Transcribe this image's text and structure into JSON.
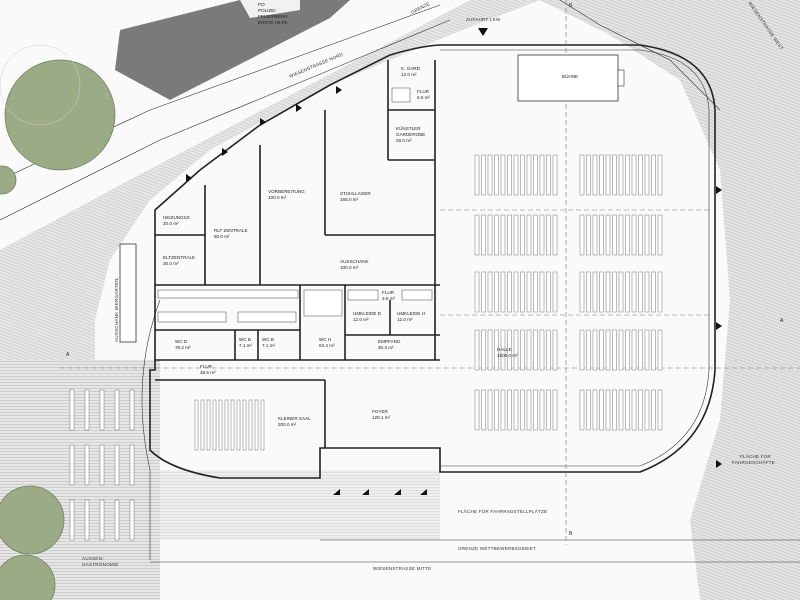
{
  "labels": {
    "police": [
      "PO",
      "POLIZEI",
      "FEUERWEHR",
      "ERSTE HILFE"
    ],
    "grenze_top": "GRENZE",
    "zufahrt": "ZUFAHRT LKW",
    "wiesenstrasse_nord": "WIESENSTRASSE NORD",
    "wiesenstrasse_west": "WIESENSTRASSE WEST",
    "wiesenstrasse_mitte": "WIESENSTRASSE MITTE",
    "grenze_wettbewerb": "GRENZE WETTBEWERBSGEBIET",
    "fahrrad": "FLÄCHE FÜR FAHRRADSTELLPLÄTZE",
    "fahrgeschaefte": [
      "FLÄCHE FÜR",
      "FAHRGESCHÄFTE"
    ],
    "aussengastronomie": [
      "AUSSEN-",
      "GASTRONOMIE"
    ],
    "ausschank_biergarten": "AUSSCHANK BIERGARTEN",
    "section_a": "A",
    "section_b": "B"
  },
  "rooms": {
    "k_gard": {
      "name": "K. GARD.",
      "area": "12.0 m²"
    },
    "flur_top": {
      "name": "FLUR",
      "area": "6.6 m²"
    },
    "buehne": {
      "name": "BÜHNE",
      "area": ""
    },
    "kuenstler": {
      "name1": "KÜNSTLER",
      "name2": "GARDEROBE",
      "area": "28.0 m²"
    },
    "heizung": {
      "name": "HEIZUNGSZ.",
      "area": "20.0 m²"
    },
    "rlt": {
      "name": "RLT ZENTRALE",
      "area": "60.0 m²"
    },
    "vorbereitung": {
      "name": "VORBEREITUNG",
      "area": "100.0 m²"
    },
    "stuhllager": {
      "name": "STUHLLAGER",
      "area": "165.0 m²"
    },
    "eltzentrale": {
      "name": "ELTZENTRALE",
      "area": "30.0 m²"
    },
    "ausschank": {
      "name": "AUSSCHANK",
      "area": "100.0 m²"
    },
    "flur_mid": {
      "name": "FLUR",
      "area": "3.6 m²"
    },
    "umkleide_d": {
      "name": "UMKLEIDE D",
      "area": "12.0 m²"
    },
    "umkleide_h": {
      "name": "UMKLEIDE H",
      "area": "12.0 m²"
    },
    "wc_d": {
      "name": "WC D",
      "area": "78.2 m²"
    },
    "wc_b1": {
      "name": "WC B",
      "area": "7.1 m²"
    },
    "wc_b2": {
      "name": "WC B",
      "area": "7.1 m²"
    },
    "wc_h": {
      "name": "WC H",
      "area": "63.4 m²"
    },
    "empfang": {
      "name": "EMPFANG",
      "area": "30.3 m²"
    },
    "halle": {
      "name": "HALLE",
      "area": "1500.0 m²"
    },
    "flur_low": {
      "name": "FLUR",
      "area": "48.5 m²"
    },
    "kleiner_saal": {
      "name": "KLEINER SAAL",
      "area": "200.0 m²"
    },
    "foyer": {
      "name": "FOYER",
      "area": "129.1 m²"
    }
  },
  "colors": {
    "tree": "#9aab86",
    "tree_dark": "#6f8060",
    "building": "#7a7a7a",
    "hatch": "#b5b5b5",
    "wall": "#222222"
  }
}
